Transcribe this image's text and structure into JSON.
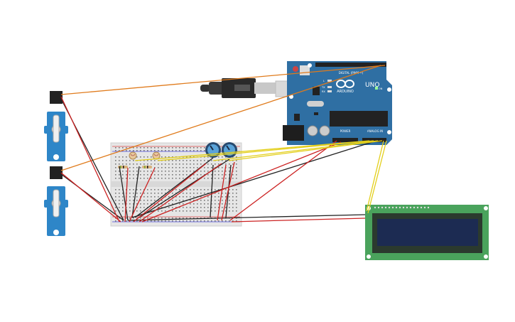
{
  "arduino": {
    "logo_text": "ARDUINO",
    "model": "UNO",
    "digital_label": "DIGITAL (PWM ~)",
    "power_label": "POWER",
    "analog_label": "ANALOG IN",
    "on_label": "ON",
    "tx_label": "TX",
    "rx_label": "RX",
    "l_label": "L"
  },
  "colors": {
    "board": "#2f6fa3",
    "breadboard": "#e6e6e6",
    "lcd_pcb": "#4aa35c",
    "lcd_screen": "#1c2b52",
    "servo": "#2e86c8",
    "wire_orange": "#e07b1c",
    "wire_black": "#222222",
    "wire_red": "#cc2222",
    "wire_yellow": "#e3cf1b"
  },
  "components": [
    "arduino-uno",
    "usb-cable",
    "breadboard",
    "servo",
    "servo",
    "photoresistor",
    "photoresistor",
    "resistor",
    "resistor",
    "potentiometer",
    "potentiometer",
    "lcd-16x2"
  ]
}
